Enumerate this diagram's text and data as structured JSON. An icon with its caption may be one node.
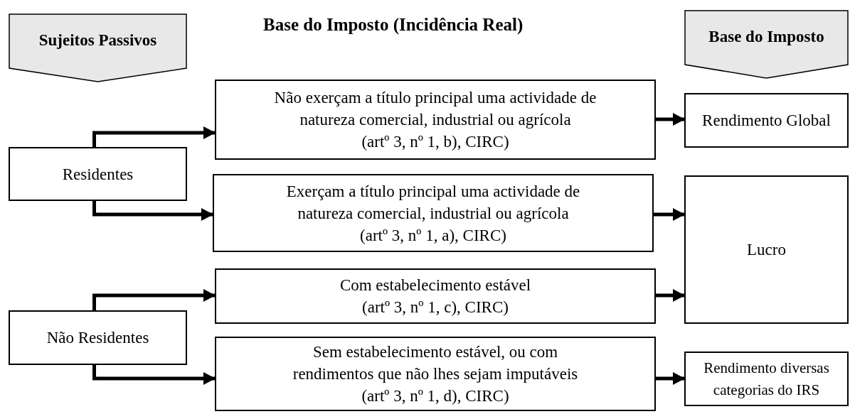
{
  "diagram": {
    "title": "Base do Imposto (Incidência Real)",
    "nodes": [
      {
        "text": [
          "Sujeitos Passivos"
        ]
      },
      {
        "text": [
          "Base do Imposto"
        ]
      },
      {
        "text": [
          "Residentes"
        ]
      },
      {
        "text": [
          "Não exerçam a título principal uma actividade de natureza comercial, industrial ou agrícola",
          "(artº 3, nº 1, b), CIRC)"
        ]
      },
      {
        "text": [
          "Exerçam a título principal uma actividade de natureza comercial, industrial ou agrícola",
          "(artº 3, nº 1, a), CIRC)"
        ]
      },
      {
        "text": [
          "Não Residentes"
        ]
      },
      {
        "text": [
          "Com estabelecimento estável",
          "(artº 3, nº 1, c), CIRC)"
        ]
      },
      {
        "text": [
          "Sem estabelecimento estável, ou com rendimentos que não lhes sejam imputáveis",
          "(artº 3, nº 1, d), CIRC)"
        ]
      },
      {
        "text": [
          "Rendimento Global"
        ]
      },
      {
        "text": [
          "Lucro"
        ]
      },
      {
        "text": [
          "Rendimento diversas categorias do IRS"
        ]
      }
    ],
    "edges": [
      {
        "from": 2,
        "to": 3,
        "arrow": "to"
      },
      {
        "from": 2,
        "to": 4,
        "arrow": "to"
      },
      {
        "from": 5,
        "to": 6,
        "arrow": "to"
      },
      {
        "from": 5,
        "to": 7,
        "arrow": "to"
      },
      {
        "from": 3,
        "to": 8,
        "arrow": "to"
      },
      {
        "from": 4,
        "to": 9,
        "arrow": "to"
      },
      {
        "from": 6,
        "to": 9,
        "arrow": "to"
      },
      {
        "from": 7,
        "to": 10,
        "arrow": "to"
      }
    ]
  }
}
